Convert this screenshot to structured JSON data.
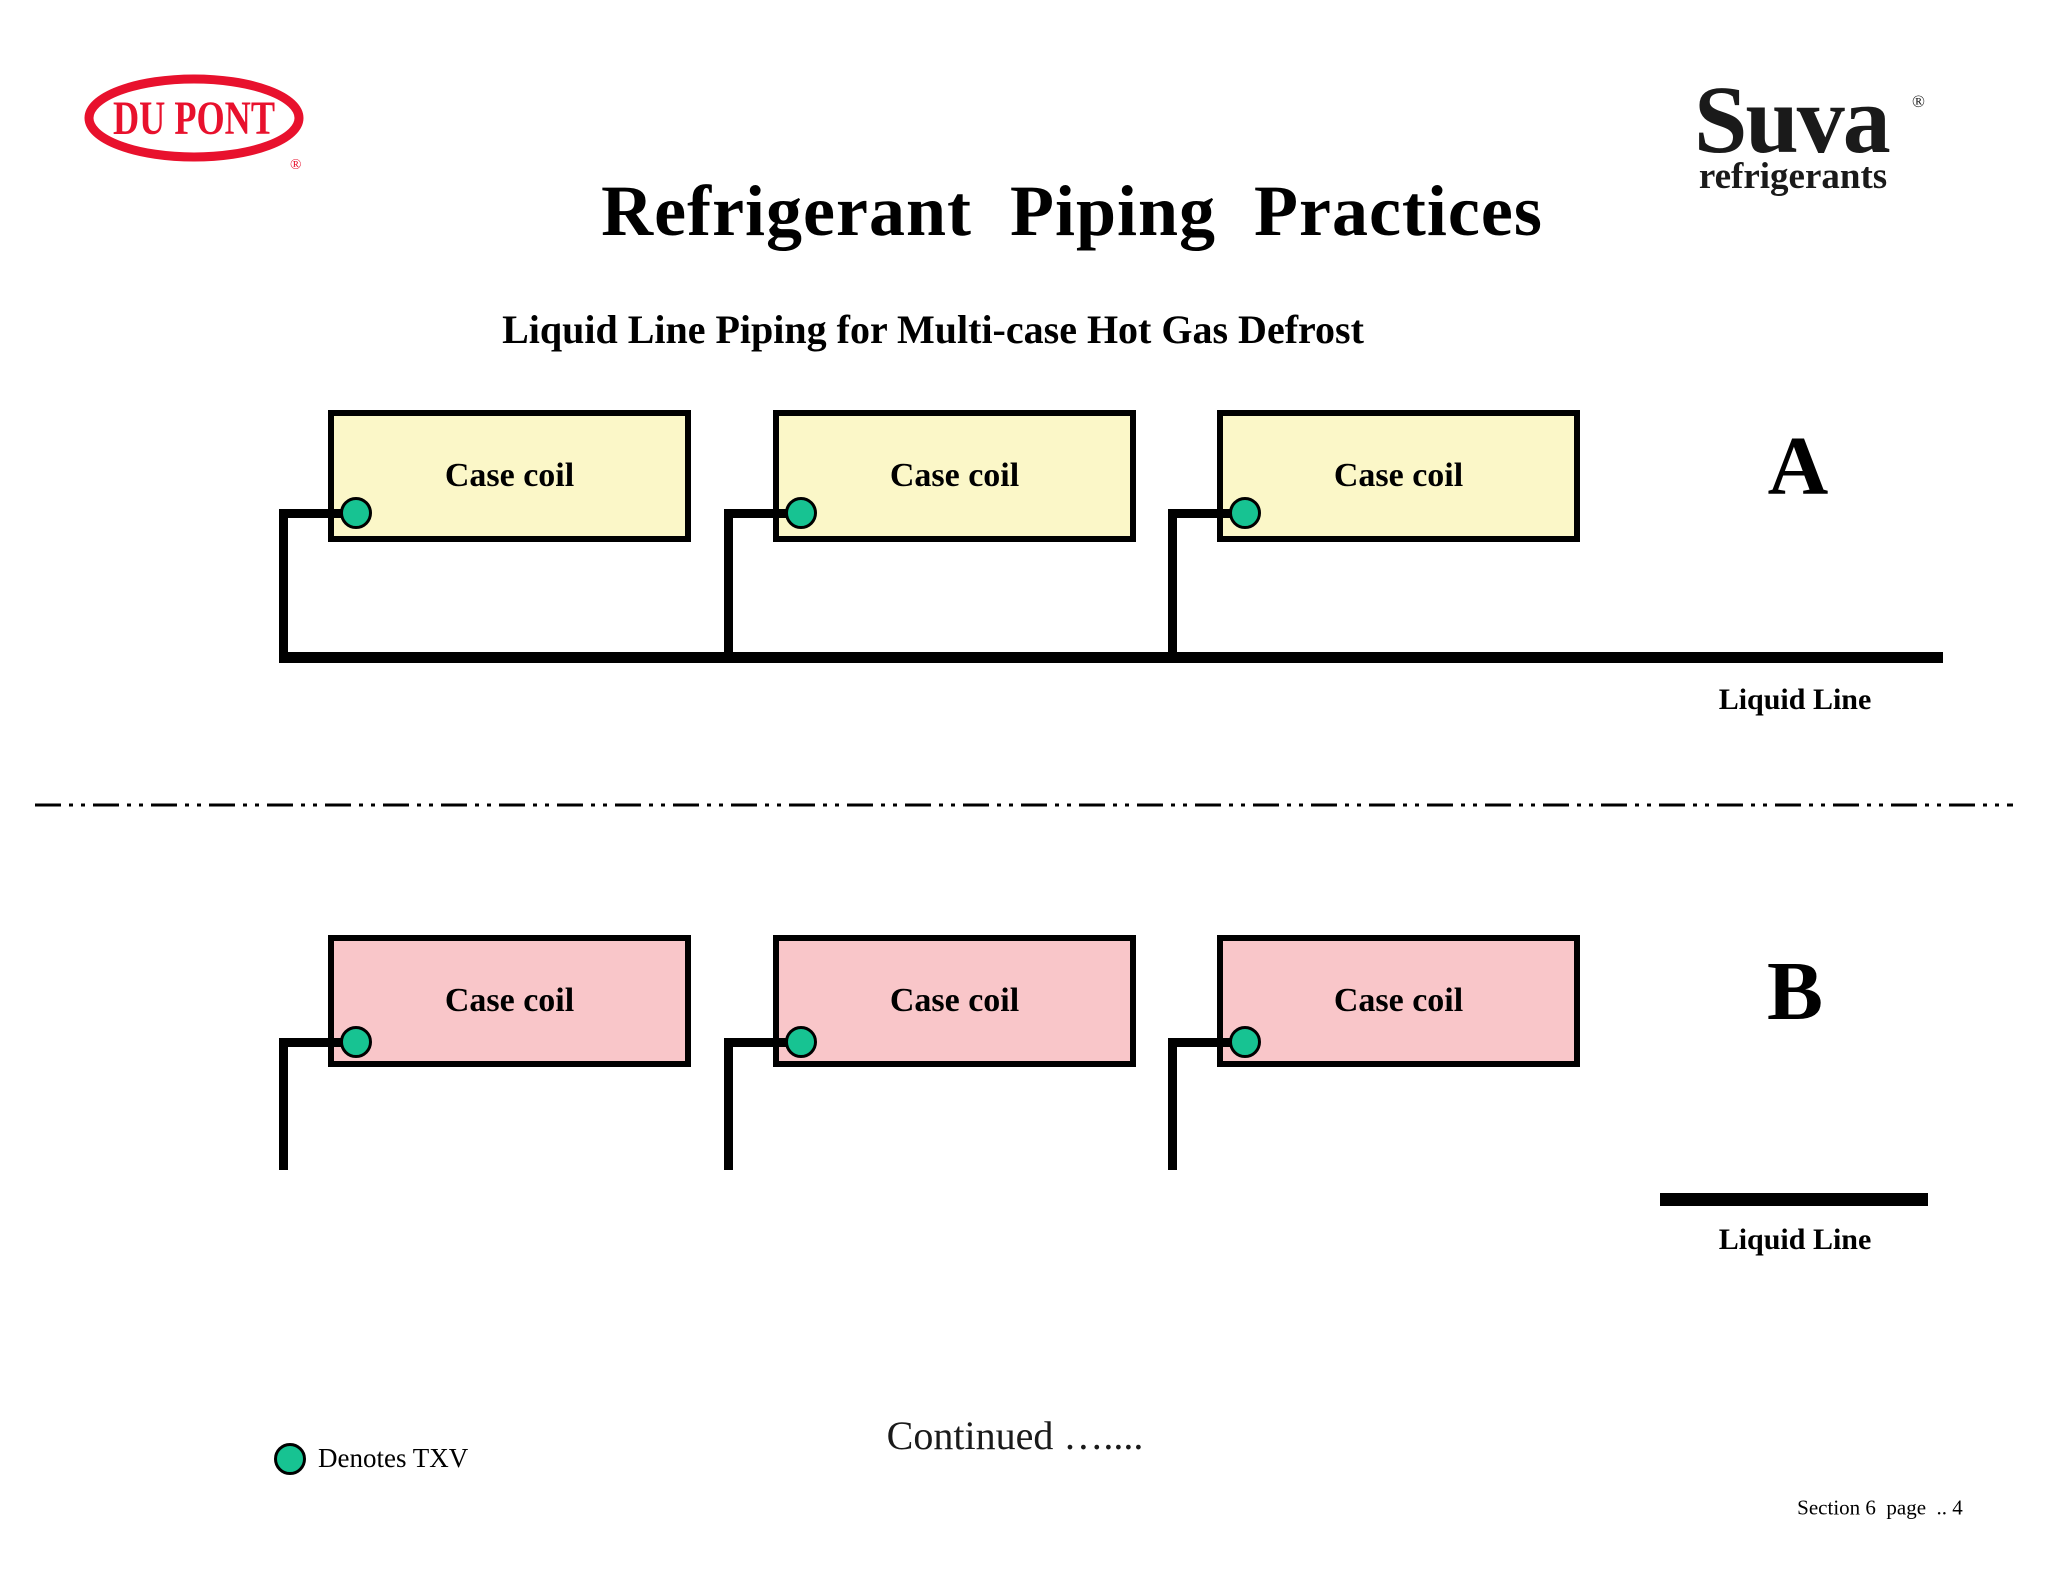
{
  "header": {
    "dupont_logo": {
      "text": "DU PONT",
      "registered_mark": "®",
      "color": "#E8112D"
    },
    "title": "Refrigerant  Piping  Practices",
    "suva_logo": {
      "name": "Suva",
      "registered_mark": "®",
      "subtext": "refrigerants"
    }
  },
  "subtitle": "Liquid Line Piping for Multi-case Hot Gas Defrost",
  "diagram_a": {
    "label": "A",
    "case_coils": [
      "Case coil",
      "Case coil",
      "Case coil"
    ],
    "liquid_line_label": "Liquid Line",
    "box_fill": "#FBF7C8",
    "connected_to_liquid_line": true
  },
  "diagram_b": {
    "label": "B",
    "case_coils": [
      "Case coil",
      "Case coil",
      "Case coil"
    ],
    "liquid_line_label": "Liquid Line",
    "box_fill": "#F9C6C9",
    "connected_to_liquid_line": false
  },
  "legend": {
    "txv_label": "Denotes TXV",
    "txv_color": "#17C392"
  },
  "continued_text": "Continued …....",
  "footer_text": "Section 6  page  .. 4",
  "colors": {
    "dupont_red": "#E8112D",
    "case_coil_yellow": "#FBF7C8",
    "case_coil_pink": "#F9C6C9",
    "txv_green": "#17C392",
    "line_black": "#000000",
    "background": "#FFFFFF"
  }
}
